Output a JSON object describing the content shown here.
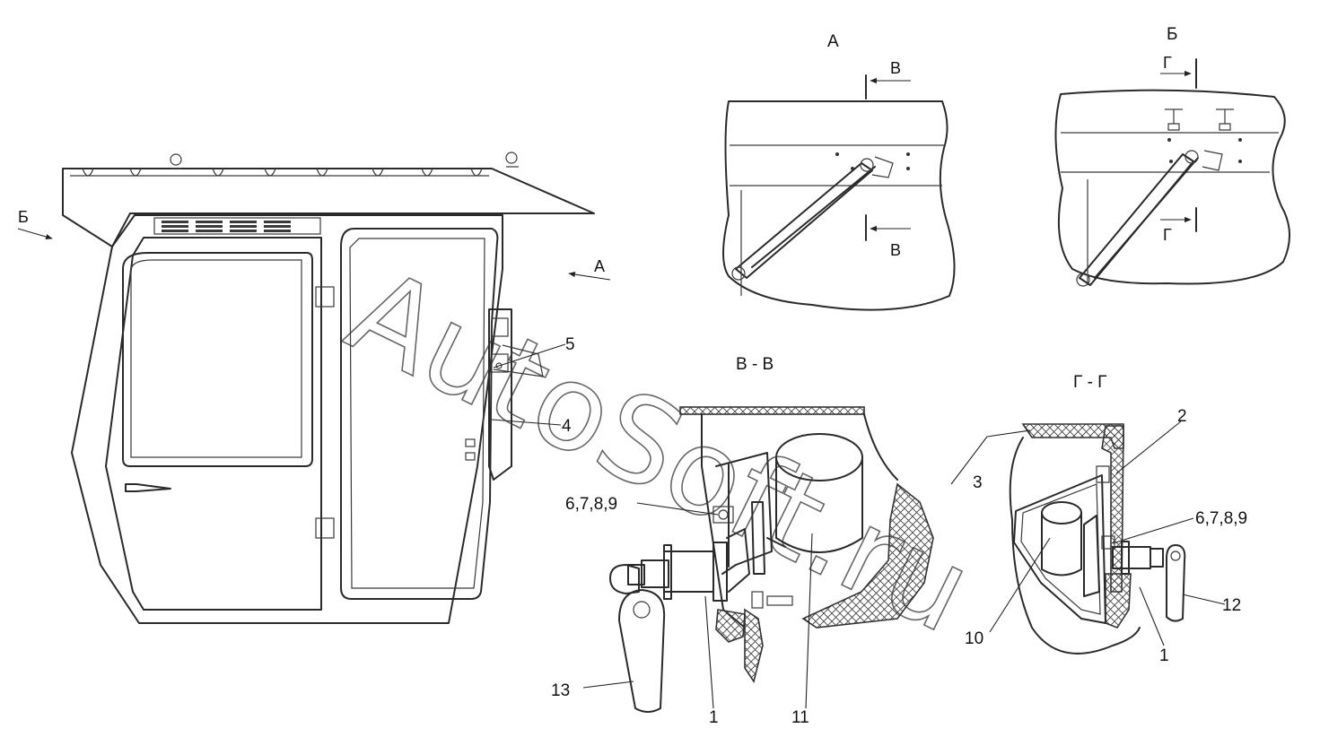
{
  "view_labels": {
    "view_a": "А",
    "view_b": "Б",
    "section_v": "В - В",
    "section_g": "Г - Г",
    "arrow_v": "В",
    "arrow_g": "Г",
    "arrow_a_main": "А",
    "arrow_b_main": "Б"
  },
  "callouts": {
    "c1_left": "1",
    "c1_right": "1",
    "c2": "2",
    "c3": "3",
    "c4": "4",
    "c5": "5",
    "c6789_left": "6,7,8,9",
    "c6789_right": "6,7,8,9",
    "c10": "10",
    "c11": "11",
    "c12": "12",
    "c13": "13"
  },
  "watermark": "AutoSoft.ru"
}
